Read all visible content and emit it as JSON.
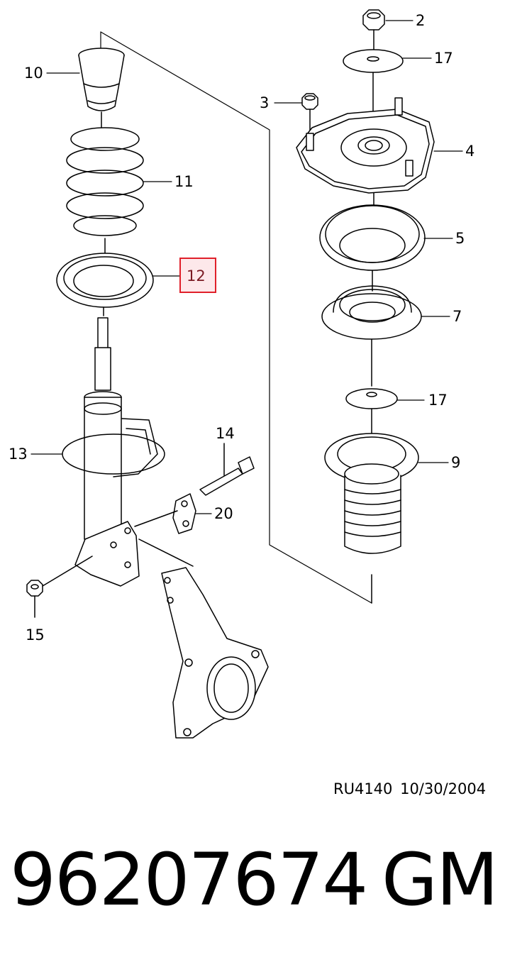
{
  "callouts": {
    "c2": "2",
    "c17a": "17",
    "c3": "3",
    "c4": "4",
    "c5": "5",
    "c7": "7",
    "c17b": "17",
    "c9": "9",
    "c10": "10",
    "c11": "11",
    "c12": "12",
    "c13": "13",
    "c14": "14",
    "c20": "20",
    "c15": "15"
  },
  "highlight": {
    "callout": "12",
    "color": "#e0202a",
    "fill": "#fde8ea"
  },
  "reference": "RU4140  10/30/2004",
  "part_number": "96207674",
  "brand": "GM"
}
